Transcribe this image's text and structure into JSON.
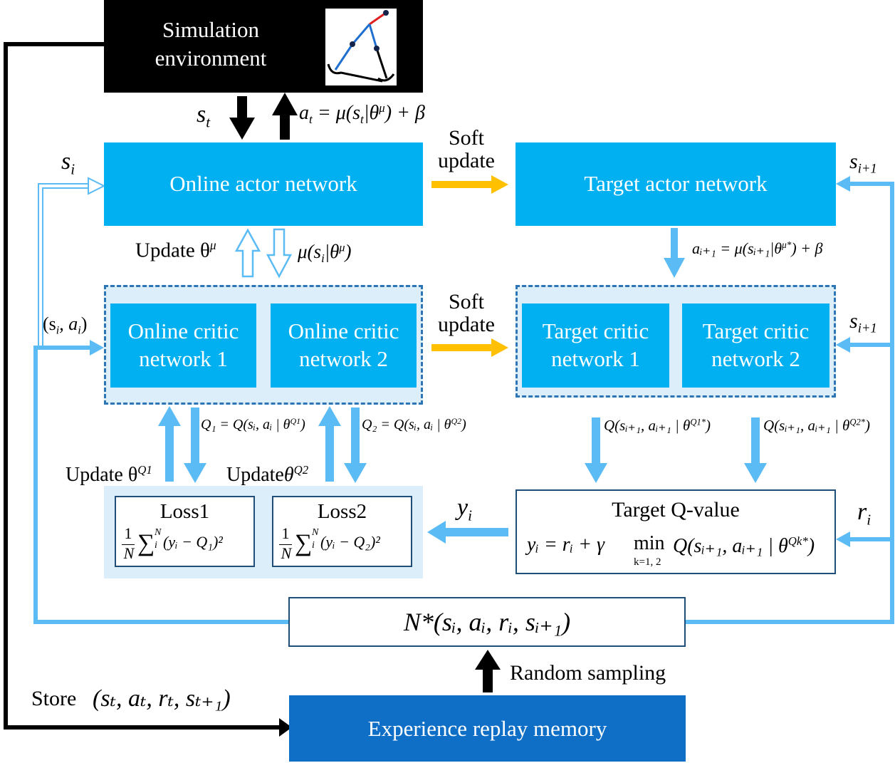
{
  "sim_env": {
    "label_line1": "Simulation",
    "label_line2": "environment"
  },
  "signals": {
    "st": "s",
    "st_sub": "t",
    "at_formula": "a",
    "at_sub": "t",
    "at_rest": " = μ(s",
    "at_rest_sub": "t",
    "at_rest2": "|θ",
    "at_sup": "μ",
    "at_end": ") + β",
    "si": "s",
    "si_sub": "i",
    "si1_right_top": "s",
    "si1_right_top_sub": "i+1",
    "si1_right_mid": "s",
    "si1_right_mid_sub": "i+1",
    "ri": "r",
    "ri_sub": "i",
    "yi": "y",
    "yi_sub": "i",
    "siai": "(s",
    "siai_sub1": "i",
    "siai_mid": ", a",
    "siai_sub2": "i",
    "siai_end": ")"
  },
  "soft_update": {
    "line1": "Soft",
    "line2": "update"
  },
  "networks": {
    "online_actor": "Online actor  network",
    "target_actor": "Target actor  network",
    "online_critic_1": "Online critic\nnetwork  1",
    "online_critic_2": "Online critic\nnetwork  2",
    "target_critic_1": "Target critic\nnetwork  1",
    "target_critic_2": "Target critic\nnetwork  2"
  },
  "updates": {
    "update_mu": "Update θ",
    "update_mu_sup": "μ",
    "mu_si": "μ(s",
    "mu_si_sub": "i",
    "mu_si_end": "|θ",
    "mu_si_sup": "μ",
    "mu_si_close": ")",
    "update_q1": "Update θ",
    "update_q1_sup": "Q1",
    "update_q2": "Update",
    "update_q2_theta": "θ",
    "update_q2_sup": "Q2",
    "q1_formula": "Q₁ = Q(sᵢ, aᵢ | θ",
    "q1_sup": "Q1",
    "q1_close": ")",
    "q2_formula": "Q₂ = Q(sᵢ, aᵢ | θ",
    "q2_sup": "Q2",
    "q2_close": ")",
    "a_i1": "aᵢ₊₁ = μ(sᵢ₊₁|θ",
    "a_i1_sup": "μ*",
    "a_i1_end": ") + β",
    "tq1": "Q(sᵢ₊₁, aᵢ₊₁ | θ",
    "tq1_sup": "Q1*",
    "tq1_close": ")",
    "tq2": "Q(sᵢ₊₁, aᵢ₊₁ | θ",
    "tq2_sup": "Q2*",
    "tq2_close": ")"
  },
  "losses": {
    "loss1_title": "Loss1",
    "loss1_formula": "(yᵢ − Q₁)²",
    "loss2_title": "Loss2",
    "loss2_formula": "(yᵢ − Q₂)²",
    "frac_num": "1",
    "frac_den": "N",
    "sum_top": "N",
    "sum_bot": "i"
  },
  "target_q": {
    "title": "Target Q-value",
    "formula_left": "yᵢ = rᵢ + γ",
    "min": "min",
    "min_sub": "k=1, 2",
    "formula_right": "Q(sᵢ₊₁, aᵢ₊₁ | θ",
    "formula_sup": "Qk*",
    "formula_close": ")"
  },
  "batch": {
    "label": "N*(sᵢ, aᵢ, rᵢ, sᵢ₊₁)"
  },
  "sampling": {
    "label": "Random sampling"
  },
  "store": {
    "label": "Store",
    "tuple": "(sₜ, aₜ, rₜ, sₜ₊₁)"
  },
  "memory": {
    "label": "Experience replay memory"
  },
  "colors": {
    "black": "#000000",
    "online_blue": "#00b0f0",
    "arrow_blue": "#5bbcf5",
    "orange": "#ffc000",
    "memory_blue": "#0f6fc6",
    "pale_bg": "#dbeef9"
  }
}
